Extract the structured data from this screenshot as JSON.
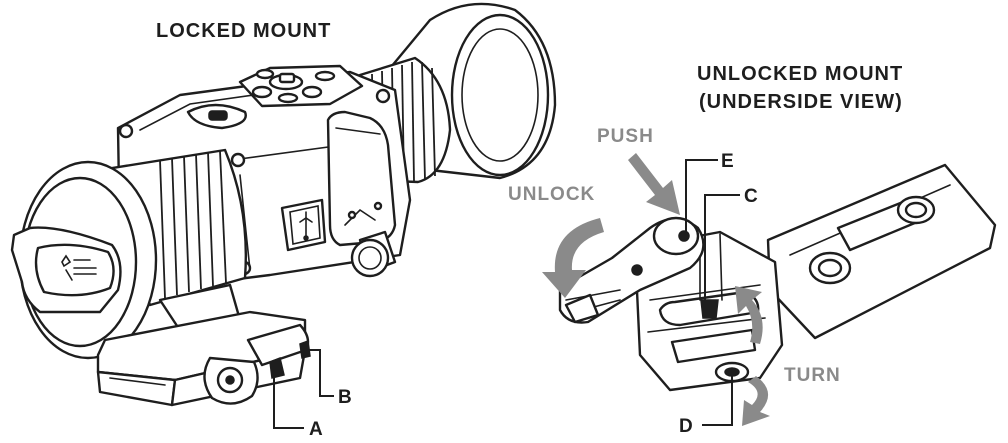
{
  "headings": {
    "locked": "LOCKED MOUNT",
    "unlocked_line1": "UNLOCKED MOUNT",
    "unlocked_line2": "(UNDERSIDE VIEW)"
  },
  "callouts": {
    "a": "A",
    "b": "B",
    "c": "C",
    "d": "D",
    "e": "E"
  },
  "actions": {
    "push": "PUSH",
    "unlock": "UNLOCK",
    "turn": "TURN"
  },
  "colors": {
    "ink": "#1e1e1e",
    "arrow_gray": "#8a8a8a",
    "paper": "#ffffff"
  },
  "icons": [
    "usb-icon",
    "brand-logo-icon"
  ]
}
